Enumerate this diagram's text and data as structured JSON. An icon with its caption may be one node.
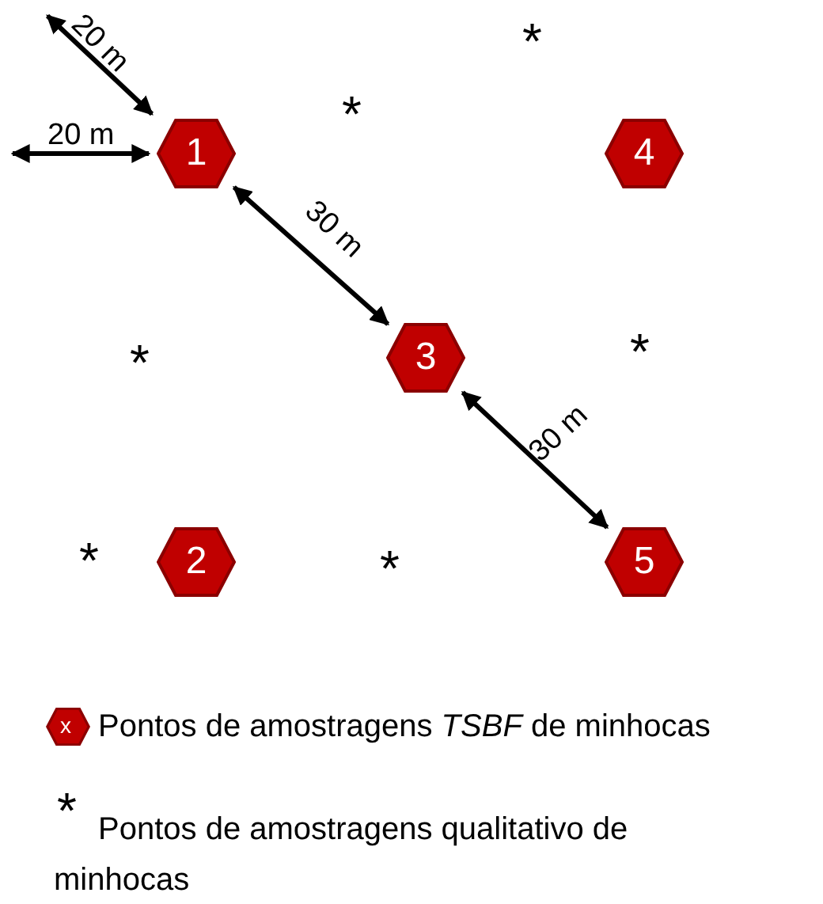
{
  "diagram": {
    "nodes": [
      {
        "text": [
          "1"
        ]
      },
      {
        "text": [
          "4"
        ]
      },
      {
        "text": [
          "3"
        ]
      },
      {
        "text": [
          "2"
        ]
      },
      {
        "text": [
          "5"
        ]
      }
    ],
    "edges": [
      {
        "from": 0,
        "to": 2,
        "arrow": "both",
        "label": "30 m"
      },
      {
        "from": 2,
        "to": 4,
        "arrow": "both",
        "label": "30 m"
      }
    ],
    "labels": [
      "*",
      "20 m",
      "*",
      "20 m",
      "*",
      "*",
      "*",
      "*",
      "x",
      "*"
    ],
    "legend": [
      {
        "text": "Pontos de amostragens *TSBF* de minhocas"
      },
      {
        "text": "Pontos de amostragens qualitativo de minhocas"
      }
    ]
  }
}
